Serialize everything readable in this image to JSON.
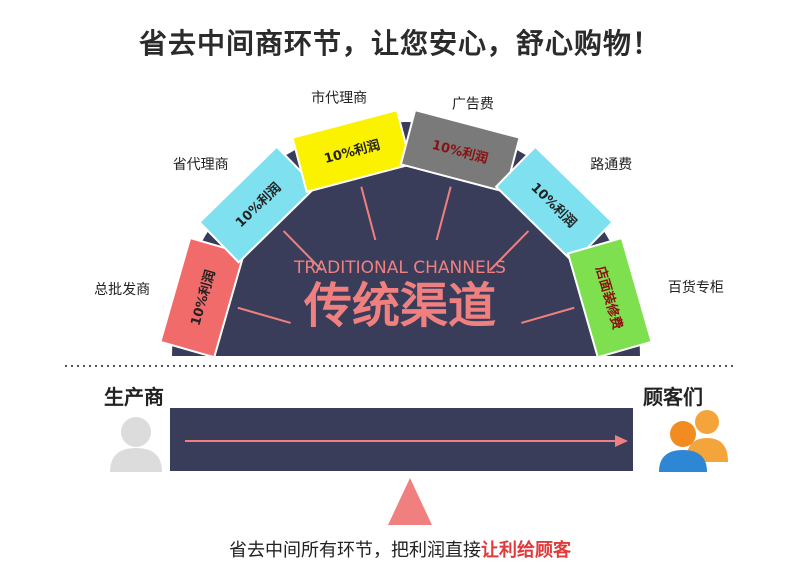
{
  "headline": "省去中间商环节，让您安心，舒心购物！",
  "arc": {
    "center_en": "TRADITIONAL CHANNELS",
    "center_cn": "传统渠道",
    "tiles": [
      {
        "label": "总批发商",
        "tag": "10%利润",
        "color": "#f26b6b",
        "tag_color": "#222"
      },
      {
        "label": "省代理商",
        "tag": "10%利润",
        "color": "#7fe0f0",
        "tag_color": "#222"
      },
      {
        "label": "市代理商",
        "tag": "10%利润",
        "color": "#fbf200",
        "tag_color": "#222"
      },
      {
        "label": "广告费",
        "tag": "10%利润",
        "color": "#7a7a7a",
        "tag_color": "#8b1010"
      },
      {
        "label": "路通费",
        "tag": "10%利润",
        "color": "#7fe0f0",
        "tag_color": "#222"
      },
      {
        "label": "百货专柜",
        "tag": "店面装修费",
        "color": "#7ee04f",
        "tag_color": "#8b1010"
      }
    ]
  },
  "producer_label": "生产商",
  "customer_label": "顾客们",
  "bottom_text": "省去中间所有环节，把利润直接",
  "bottom_highlight": "让利给顾客",
  "colors": {
    "navy": "#3a3d59",
    "salmon": "#f08080",
    "white": "#ffffff"
  }
}
